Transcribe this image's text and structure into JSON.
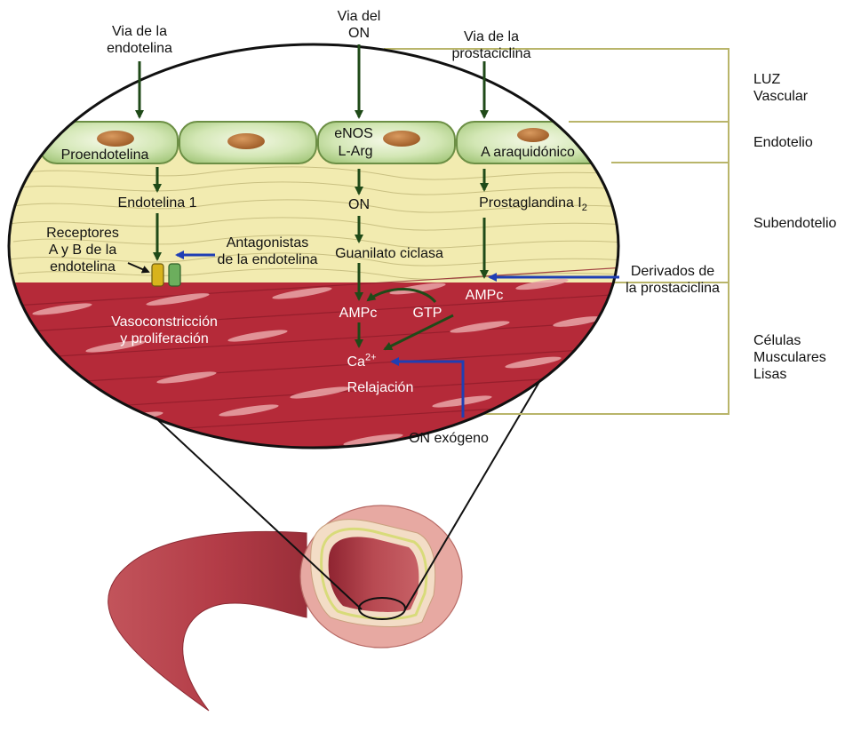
{
  "pathways": {
    "endothelin": "Via de la\nendotelina",
    "no": "Via del\nON",
    "prostacyclin": "Via de la\nprostaciclina"
  },
  "layers": {
    "lumen": "LUZ\nVascular",
    "endothelium": "Endotelio",
    "subendothelium": "Subendotelio",
    "smooth_muscle": "Células\nMusculares\nLisas"
  },
  "endothelial_cells": {
    "proendothelin": "Proendotelina",
    "enos": "eNOS",
    "l_arg": "L-Arg",
    "arachidonic": "A araquidónico"
  },
  "mediators": {
    "endothelin1": "Endotelina 1",
    "no": "ON",
    "prostaglandin": "Prostaglandina I",
    "prostaglandin_sub": "2",
    "guanylate": "Guanilato ciclasa",
    "receptors": "Receptores\nA y B de la\nendotelina",
    "antagonists": "Antagonistas\nde la endotelina",
    "prostacyclin_derivatives": "Derivados de\nla prostaciclina",
    "camp_left": "AMPc",
    "camp_right": "AMPc",
    "gtp": "GTP",
    "calcium": "Ca",
    "calcium_sup": "2+",
    "relaxation": "Relajación",
    "vasoconstriction": "Vasoconstricción\ny proliferación",
    "exogenous_no": "ON exógeno"
  },
  "colors": {
    "dark_green_arrow": "#1f4a18",
    "blue_arrow": "#1f3fb4",
    "bracket": "#b9b56a",
    "cell_fill": "#c4dd9a",
    "nucleus": "#b8743c",
    "subendothelium": "#f2ebb0",
    "muscle": "#b52a39",
    "vessel": "#b3424b",
    "receptor_a": "#d8b31c",
    "receptor_b": "#6cae5d"
  },
  "icons": {
    "receptor_a": "receptor-a-icon",
    "receptor_b": "receptor-b-icon"
  }
}
